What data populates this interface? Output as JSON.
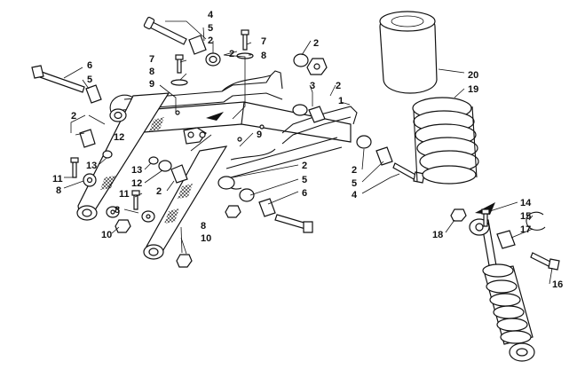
{
  "diagram": {
    "callouts": [
      {
        "id": "c4a",
        "text": "4"
      },
      {
        "id": "c5a",
        "text": "5"
      },
      {
        "id": "c2a",
        "text": "2"
      },
      {
        "id": "c7a",
        "text": "7"
      },
      {
        "id": "c8a",
        "text": "8"
      },
      {
        "id": "c2b",
        "text": "2"
      },
      {
        "id": "c7b",
        "text": "7"
      },
      {
        "id": "c8b",
        "text": "8"
      },
      {
        "id": "c9a",
        "text": "9"
      },
      {
        "id": "c6a",
        "text": "6"
      },
      {
        "id": "c5b",
        "text": "5"
      },
      {
        "id": "c3",
        "text": "3"
      },
      {
        "id": "c2c",
        "text": "2"
      },
      {
        "id": "c1",
        "text": "1"
      },
      {
        "id": "c20",
        "text": "20"
      },
      {
        "id": "c19",
        "text": "19"
      },
      {
        "id": "c2d",
        "text": "2"
      },
      {
        "id": "c12a",
        "text": "12"
      },
      {
        "id": "c13a",
        "text": "13"
      },
      {
        "id": "c11a",
        "text": "11"
      },
      {
        "id": "c8c",
        "text": "8"
      },
      {
        "id": "c9b",
        "text": "9"
      },
      {
        "id": "c13b",
        "text": "13"
      },
      {
        "id": "c12b",
        "text": "12"
      },
      {
        "id": "c2e",
        "text": "2"
      },
      {
        "id": "c11b",
        "text": "11"
      },
      {
        "id": "c8d",
        "text": "8"
      },
      {
        "id": "c10a",
        "text": "10"
      },
      {
        "id": "c8e",
        "text": "8"
      },
      {
        "id": "c10b",
        "text": "10"
      },
      {
        "id": "c2f",
        "text": "2"
      },
      {
        "id": "c5c",
        "text": "5"
      },
      {
        "id": "c6b",
        "text": "6"
      },
      {
        "id": "c2g",
        "text": "2"
      },
      {
        "id": "c5d",
        "text": "5"
      },
      {
        "id": "c4b",
        "text": "4"
      },
      {
        "id": "c14",
        "text": "14"
      },
      {
        "id": "c15",
        "text": "15"
      },
      {
        "id": "c17",
        "text": "17"
      },
      {
        "id": "c18",
        "text": "18"
      },
      {
        "id": "c16",
        "text": "16"
      }
    ]
  }
}
